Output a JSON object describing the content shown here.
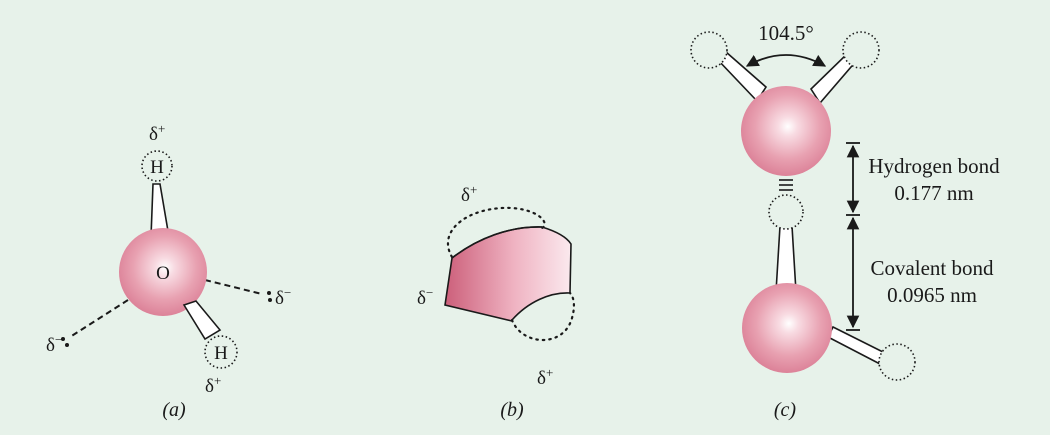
{
  "panel_a": {
    "atom_o": "O",
    "atom_h_top": "H",
    "atom_h_bottom": "H",
    "delta_plus": "δ",
    "delta_minus": "δ",
    "sup_plus": "+",
    "sup_minus": "−"
  },
  "panel_b": {
    "delta_plus": "δ",
    "delta_minus": "δ",
    "sup_plus": "+",
    "sup_minus": "−"
  },
  "panel_c": {
    "angle": "104.5°",
    "hbond_label": "Hydrogen bond",
    "hbond_value": "0.177 nm",
    "covalent_label": "Covalent bond",
    "covalent_value": "0.0965 nm"
  },
  "captions": {
    "a": "(a)",
    "b": "(b)",
    "c": "(c)"
  },
  "colors": {
    "background": "#e7f2ea",
    "atom_pink": "#e58fa3",
    "atom_highlight": "#ffffff",
    "ink": "#1a1a1a"
  }
}
